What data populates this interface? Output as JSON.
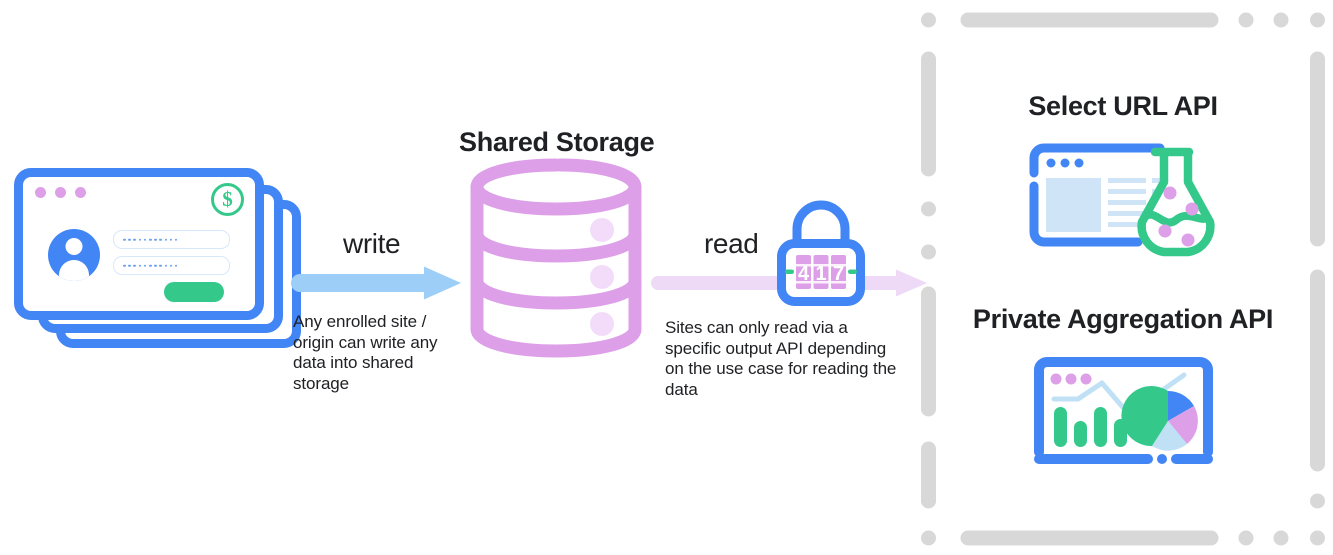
{
  "diagram": {
    "title": "Shared Storage write and read flow",
    "colors": {
      "blue": "#4285F4",
      "green": "#34C98A",
      "purple": "#DDA0E8",
      "purple_light": "#F3DCFA",
      "write_arrow": "#9CCEF7",
      "read_arrow": "#EEDAF7",
      "grey_dash": "#D8D8D8",
      "text": "#202124",
      "pale_blue": "#CFE4F7"
    }
  },
  "source": {
    "name": "browser-window-stack",
    "card_count": 3,
    "titlebar_dots": 3,
    "badge_icon": "dollar-circle-icon",
    "badge_symbol": "$",
    "avatar_icon": "user-avatar-icon",
    "fields": [
      {
        "name": "username-field",
        "value": "•••••••••••"
      },
      {
        "name": "password-field",
        "value": "•••••••••••"
      }
    ],
    "submit_button_label": ""
  },
  "write_flow": {
    "label": "write",
    "description": "Any enrolled site / origin can write any data into shared storage",
    "arrow_icon": "arrow-right-icon",
    "arrow_color": "#9CCEF7"
  },
  "storage": {
    "title": "Shared Storage",
    "icon": "database-cylinder-icon",
    "tiers": 3,
    "color": "#DDA0E8"
  },
  "read_flow": {
    "label": "read",
    "description": "Sites can only read via a specific output API depending on the use case for reading the data",
    "arrow_icon": "arrow-right-icon",
    "arrow_color": "#EEDAF7"
  },
  "lock": {
    "icon": "combination-lock-icon",
    "combination_digits": [
      "4",
      "1",
      "7"
    ],
    "dial_color": "#DDA0E8",
    "body_color": "#4285F4",
    "tick_color": "#34C98A"
  },
  "output_panel": {
    "border_style": "dashed-rounded-dots",
    "border_color": "#D8D8D8",
    "groups": [
      {
        "title": "Select URL API",
        "icon": "browser-with-flask-icon",
        "art": {
          "browser_dots": 3,
          "flask_color": "#34C98A",
          "flask_bubbles": 4,
          "bubble_color": "#DDA0E8"
        }
      },
      {
        "title": "Private Aggregation API",
        "icon": "browser-with-charts-icon",
        "art": {
          "browser_dots": 3,
          "bar_count": 4,
          "bar_color": "#34C98A",
          "line_color": "#BFE0F5",
          "pie_slices": [
            {
              "name": "green",
              "color": "#34C98A",
              "share": 0.5
            },
            {
              "name": "blue",
              "color": "#4285F4",
              "share": 0.2
            },
            {
              "name": "purple",
              "color": "#DDA0E8",
              "share": 0.17
            },
            {
              "name": "light-blue",
              "color": "#BFE0F5",
              "share": 0.13
            }
          ]
        }
      }
    ]
  }
}
